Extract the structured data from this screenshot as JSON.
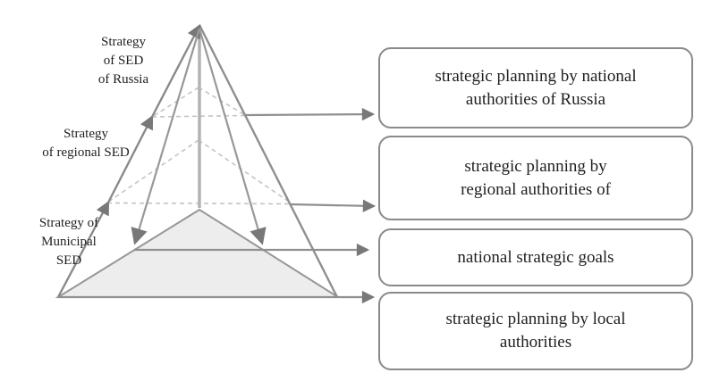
{
  "diagram": {
    "title": "SED strategic planning pyramid",
    "labels": [
      {
        "lines": [
          "Strategy",
          "of SED",
          "of Russia"
        ]
      },
      {
        "lines": [
          "Strategy",
          "of regional SED"
        ]
      },
      {
        "lines": [
          "Strategy of",
          "Municipal",
          "SED"
        ]
      }
    ],
    "boxes": [
      {
        "lines": [
          "strategic planning by national",
          "authorities of Russia"
        ]
      },
      {
        "lines": [
          "strategic planning by",
          "regional authorities of"
        ]
      },
      {
        "lines": [
          "national strategic goals"
        ]
      },
      {
        "lines": [
          "strategic planning by local",
          "authorities"
        ]
      }
    ],
    "colors": {
      "solid_line": "#8f8f8f",
      "center_line": "#b3b3b3",
      "dashed_line": "#c4c4c4",
      "arrowhead": "#787878",
      "level_fill": "#ededed",
      "level_stroke": "#979797",
      "box_border": "#8a8a8a",
      "text": "#1f1f1f",
      "background": "#ffffff"
    }
  }
}
